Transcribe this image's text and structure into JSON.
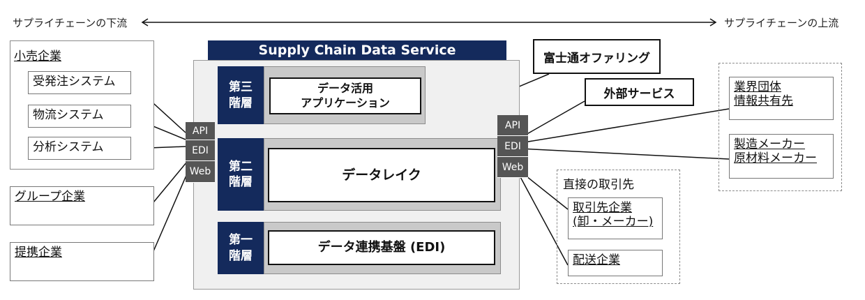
{
  "flow": {
    "downstream": "サプライチェーンの下流",
    "upstream": "サプライチェーンの上流"
  },
  "platform": {
    "banner": "Supply Chain Data Service",
    "tiers": [
      {
        "label": "第三\n階層",
        "content": "データ活用\nアプリケーション"
      },
      {
        "label": "第二\n階層",
        "content": "データレイク"
      },
      {
        "label": "第一\n階層",
        "content": "データ連携基盤 (EDI)"
      }
    ],
    "ports_left": [
      "API",
      "EDI",
      "Web"
    ],
    "ports_right": [
      "API",
      "EDI",
      "Web"
    ]
  },
  "retail": {
    "title": "小売企業",
    "systems": [
      "受発注システム",
      "物流システム",
      "分析システム"
    ]
  },
  "left_groups": [
    "グループ企業",
    "提携企業"
  ],
  "services": {
    "fujitsu": "富士通オファリング",
    "external": "外部サービス"
  },
  "direct_partners": {
    "title": "直接の取引先",
    "items": [
      "取引先企業\n(卸・メーカー)",
      "配送企業"
    ]
  },
  "upstream_partners": [
    "業界団体\n情報共有先",
    "製造メーカー\n原材料メーカー"
  ]
}
